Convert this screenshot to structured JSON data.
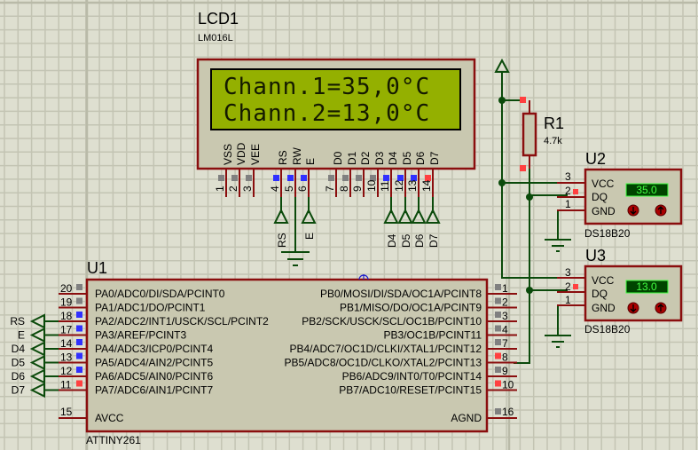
{
  "schematic": {
    "lcd": {
      "ref": "LCD1",
      "model": "LM016L",
      "line1": "Chann.1=35,0°C",
      "line2": "Chann.2=13,0°C",
      "pin_labels": [
        "VSS",
        "VDD",
        "VEE",
        "RS",
        "RW",
        "E",
        "D0",
        "D1",
        "D2",
        "D3",
        "D4",
        "D5",
        "D6",
        "D7"
      ],
      "pin_numbers": [
        "1",
        "2",
        "3",
        "4",
        "5",
        "6",
        "7",
        "8",
        "9",
        "10",
        "11",
        "12",
        "13",
        "14"
      ],
      "net_labels": {
        "rs": "RS",
        "e": "E",
        "d4": "D4",
        "d5": "D5",
        "d6": "D6",
        "d7": "D7"
      },
      "screen_color": "#94b000"
    },
    "r1": {
      "ref": "R1",
      "value": "4.7k"
    },
    "u2": {
      "ref": "U2",
      "model": "DS18B20",
      "display": "35.0",
      "pins": [
        {
          "num": "3",
          "name": "VCC"
        },
        {
          "num": "2",
          "name": "DQ"
        },
        {
          "num": "1",
          "name": "GND"
        }
      ],
      "down_button": "decrease-temp",
      "up_button": "increase-temp"
    },
    "u3": {
      "ref": "U3",
      "model": "DS18B20",
      "display": "13.0",
      "pins": [
        {
          "num": "3",
          "name": "VCC"
        },
        {
          "num": "2",
          "name": "DQ"
        },
        {
          "num": "1",
          "name": "GND"
        }
      ],
      "down_button": "decrease-temp",
      "up_button": "increase-temp"
    },
    "u1": {
      "ref": "U1",
      "model": "ATTINY261",
      "left_pins": [
        {
          "num": "20",
          "name": "PA0/ADC0/DI/SDA/PCINT0",
          "net": ""
        },
        {
          "num": "19",
          "name": "PA1/ADC1/DO/PCINT1",
          "net": ""
        },
        {
          "num": "18",
          "name": "PA2/ADC2/INT1/USCK/SCL/PCINT2",
          "net": "RS"
        },
        {
          "num": "17",
          "name": "PA3/AREF/PCINT3",
          "net": "E"
        },
        {
          "num": "14",
          "name": "PA4/ADC3/ICP0/PCINT4",
          "net": "D4"
        },
        {
          "num": "13",
          "name": "PA5/ADC4/AIN2/PCINT5",
          "net": "D5"
        },
        {
          "num": "12",
          "name": "PA6/ADC5/AIN0/PCINT6",
          "net": "D6"
        },
        {
          "num": "11",
          "name": "PA7/ADC6/AIN1/PCINT7",
          "net": "D7"
        }
      ],
      "avcc": {
        "num": "15",
        "name": "AVCC"
      },
      "right_pins": [
        {
          "num": "1",
          "name": "PB0/MOSI/DI/SDA/OC1A/PCINT8"
        },
        {
          "num": "2",
          "name": "PB1/MISO/DO/OC1A/PCINT9"
        },
        {
          "num": "3",
          "name": "PB2/SCK/USCK/SCL/OC1B/PCINT10"
        },
        {
          "num": "4",
          "name": "PB3/OC1B/PCINT11"
        },
        {
          "num": "7",
          "name": "PB4/ADC7/OC1D/CLKI/XTAL1/PCINT12"
        },
        {
          "num": "8",
          "name": "PB5/ADC8/OC1D/CLKO/XTAL2/PCINT13"
        },
        {
          "num": "9",
          "name": "PB6/ADC9/INT0/T0/PCINT14"
        },
        {
          "num": "10",
          "name": "PB7/ADC10/RESET/PCINT15"
        }
      ],
      "agnd": {
        "num": "16",
        "name": "AGND"
      }
    },
    "colors": {
      "background": "#dedfd0",
      "wire": "#0b4a0b",
      "component_border": "#8a0e0e",
      "component_fill": "#c9c8b0",
      "pin_state_low": "#3030ff",
      "pin_state_high": "#ff4040",
      "pin_state_float": "#808080",
      "readout_bg": "#004400",
      "readout_fg": "#40ff40"
    }
  }
}
